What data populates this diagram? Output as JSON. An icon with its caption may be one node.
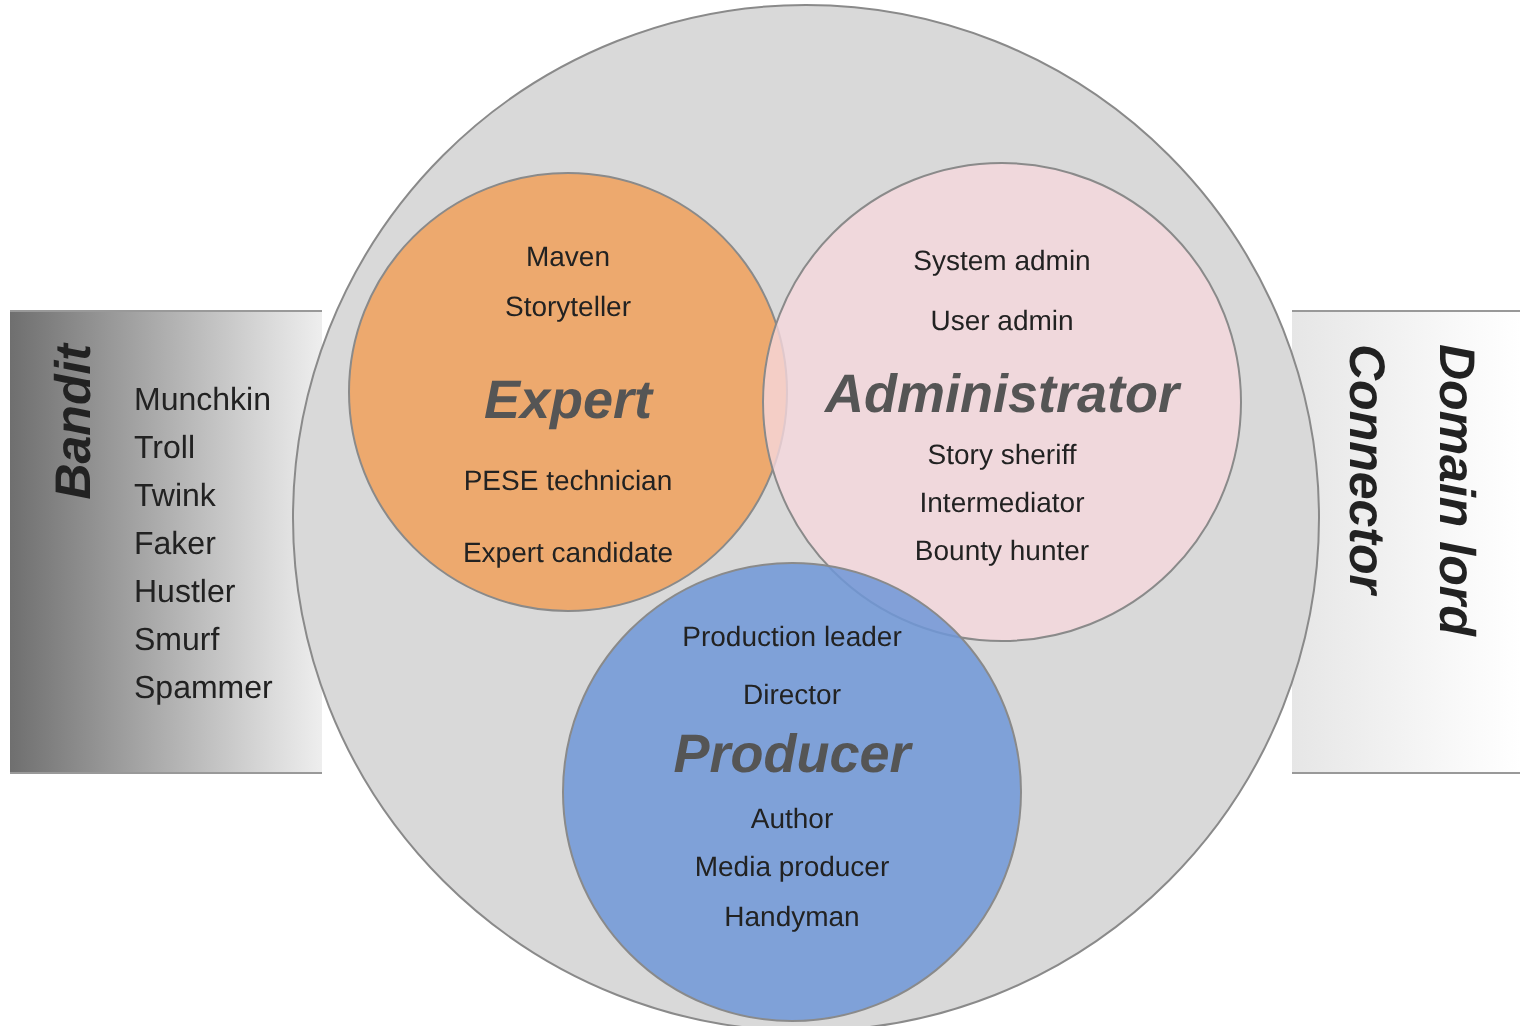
{
  "diagram": {
    "nodes": [
      {
        "text": [
          "Bandit",
          "Munchkin",
          "Troll",
          "Twink",
          "Faker",
          "Hustler",
          "Smurf",
          "Spammer"
        ]
      },
      {
        "text": [
          "Domain lord",
          "Connector"
        ]
      },
      {
        "text": [],
        "shape": "circle"
      },
      {
        "text": [
          "Maven",
          "Storyteller",
          "Expert",
          "PESE technician",
          "Expert candidate"
        ],
        "in": 2
      },
      {
        "text": [
          "System admin",
          "User admin",
          "Administrator",
          "Story sheriff",
          "Intermediator",
          "Bounty hunter"
        ],
        "in": 2
      },
      {
        "text": [
          "Production leader",
          "Director",
          "Producer",
          "Author",
          "Media producer",
          "Handyman"
        ],
        "in": 2
      }
    ]
  }
}
